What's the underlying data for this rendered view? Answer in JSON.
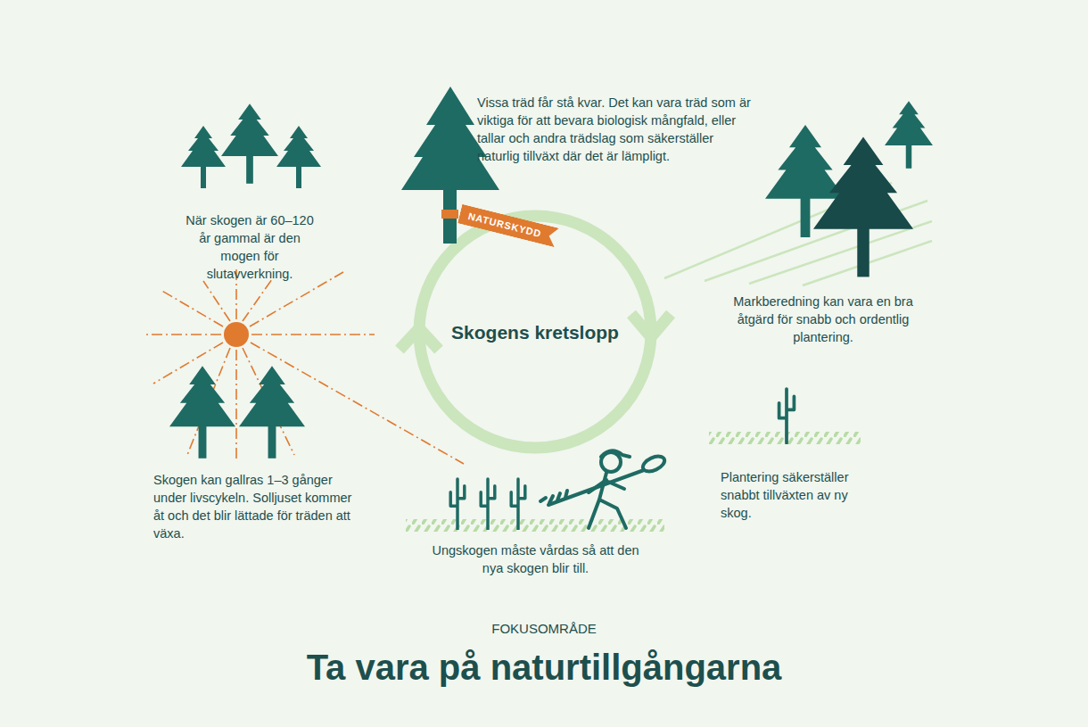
{
  "diagram": {
    "title": "Ta vara på naturtillgångarna",
    "nodes": [
      {
        "text": [
          "Skogens kretslopp"
        ]
      },
      {
        "text": [
          "NATURSKYDD"
        ]
      }
    ],
    "labels": [
      "FOKUSOMRÅDE",
      "Vissa träd får stå kvar. Det kan vara träd som är viktiga för att bevara biologisk mångfald, eller tallar och andra trädslag som säkerställer naturlig tillväxt där det är lämpligt.",
      "När skogen är 60–120 år gammal är den mogen för slutavverkning.",
      "Markberedning kan vara en bra åtgärd för snabb och ordentlig plantering.",
      "Skogen kan gallras 1–3 gånger under livscykeln. Solljuset kommer åt och det blir lättade för träden att växa.",
      "Plantering säkerställer snabbt tillväxten av ny skog.",
      "Ungskogen måste vårdas så att den nya skogen blir till."
    ]
  }
}
